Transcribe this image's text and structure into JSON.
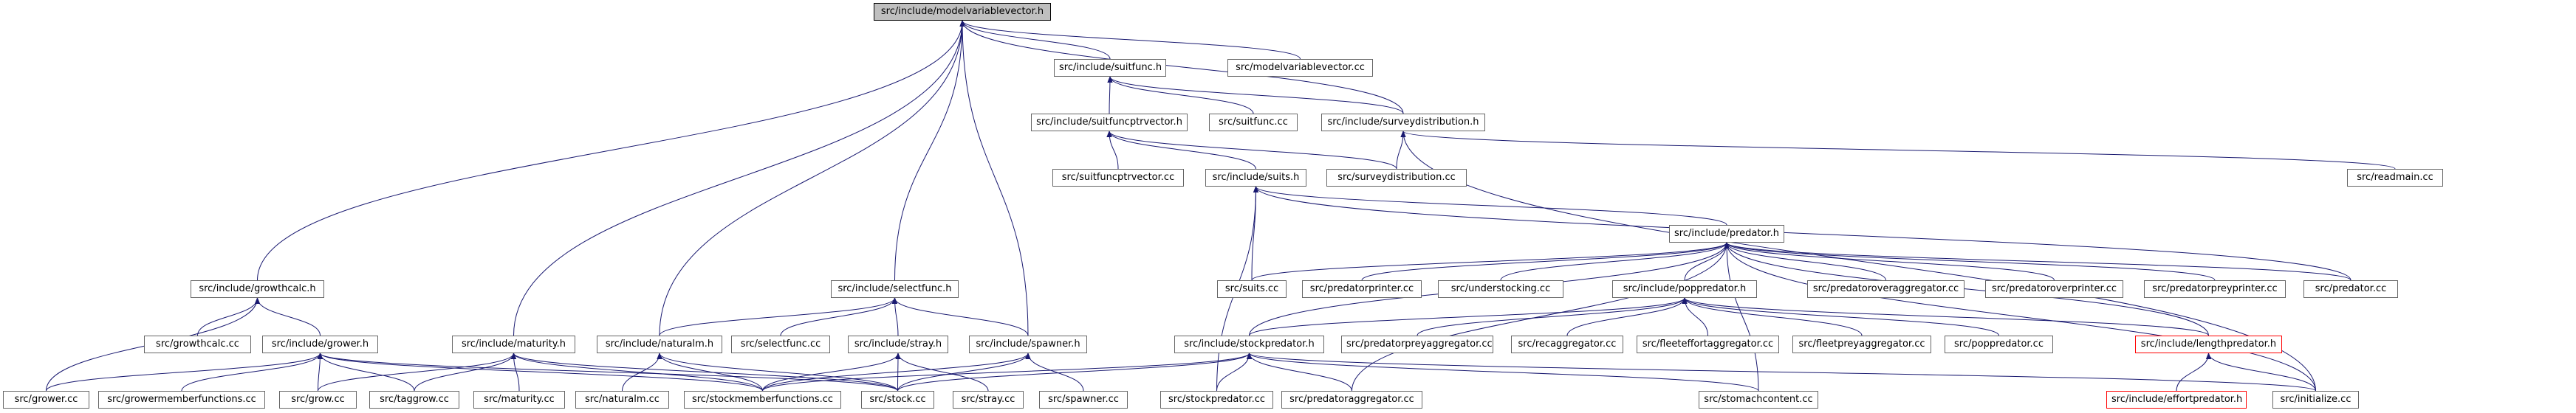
{
  "graph": {
    "title": "src/include/modelvariablevector.h",
    "colors": {
      "edge": "#191970",
      "node_border": "#666666",
      "root_fill": "#bfbfbf",
      "truncated_border": "#ff0000"
    },
    "nodes": {
      "modelvariablevector_h": "src/include/modelvariablevector.h",
      "suitfunc_h": "src/include/suitfunc.h",
      "modelvariablevector_cc": "src/modelvariablevector.cc",
      "suitfuncptrvector_h": "src/include/suitfuncptrvector.h",
      "suitfunc_cc": "src/suitfunc.cc",
      "surveydistribution_h": "src/include/surveydistribution.h",
      "suitfuncptrvector_cc": "src/suitfuncptrvector.cc",
      "suits_h": "src/include/suits.h",
      "surveydistribution_cc": "src/surveydistribution.cc",
      "readmain_cc": "src/readmain.cc",
      "predator_h": "src/include/predator.h",
      "growthcalc_h": "src/include/growthcalc.h",
      "selectfunc_h": "src/include/selectfunc.h",
      "suits_cc": "src/suits.cc",
      "predatorprinter_cc": "src/predatorprinter.cc",
      "understocking_cc": "src/understocking.cc",
      "poppredator_h": "src/include/poppredator.h",
      "predatoroveraggregator_cc": "src/predatoroveraggregator.cc",
      "predatoroverprinter_cc": "src/predatoroverprinter.cc",
      "predatorpreyprinter_cc": "src/predatorpreyprinter.cc",
      "predator_cc": "src/predator.cc",
      "growthcalc_cc": "src/growthcalc.cc",
      "grower_h": "src/include/grower.h",
      "maturity_h": "src/include/maturity.h",
      "naturalm_h": "src/include/naturalm.h",
      "selectfunc_cc": "src/selectfunc.cc",
      "stray_h": "src/include/stray.h",
      "spawner_h": "src/include/spawner.h",
      "stockpredator_h": "src/include/stockpredator.h",
      "predatorpreyaggregator_cc": "src/predatorpreyaggregator.cc",
      "recaggregator_cc": "src/recaggregator.cc",
      "fleeteffortaggregator_cc": "src/fleeteffortaggregator.cc",
      "fleetpreyaggregator_cc": "src/fleetpreyaggregator.cc",
      "poppredator_cc": "src/poppredator.cc",
      "lengthpredator_h": "src/include/lengthpredator.h",
      "grower_cc": "src/grower.cc",
      "growermemberfunctions_cc": "src/growermemberfunctions.cc",
      "grow_cc": "src/grow.cc",
      "taggrow_cc": "src/taggrow.cc",
      "maturity_cc": "src/maturity.cc",
      "naturalm_cc": "src/naturalm.cc",
      "stockmemberfunctions_cc": "src/stockmemberfunctions.cc",
      "stock_cc": "src/stock.cc",
      "stray_cc": "src/stray.cc",
      "spawner_cc": "src/spawner.cc",
      "stockpredator_cc": "src/stockpredator.cc",
      "predatoraggregator_cc": "src/predatoraggregator.cc",
      "stomachcontent_cc": "src/stomachcontent.cc",
      "effortpredator_h": "src/include/effortpredator.h",
      "initialize_cc": "src/initialize.cc"
    }
  }
}
